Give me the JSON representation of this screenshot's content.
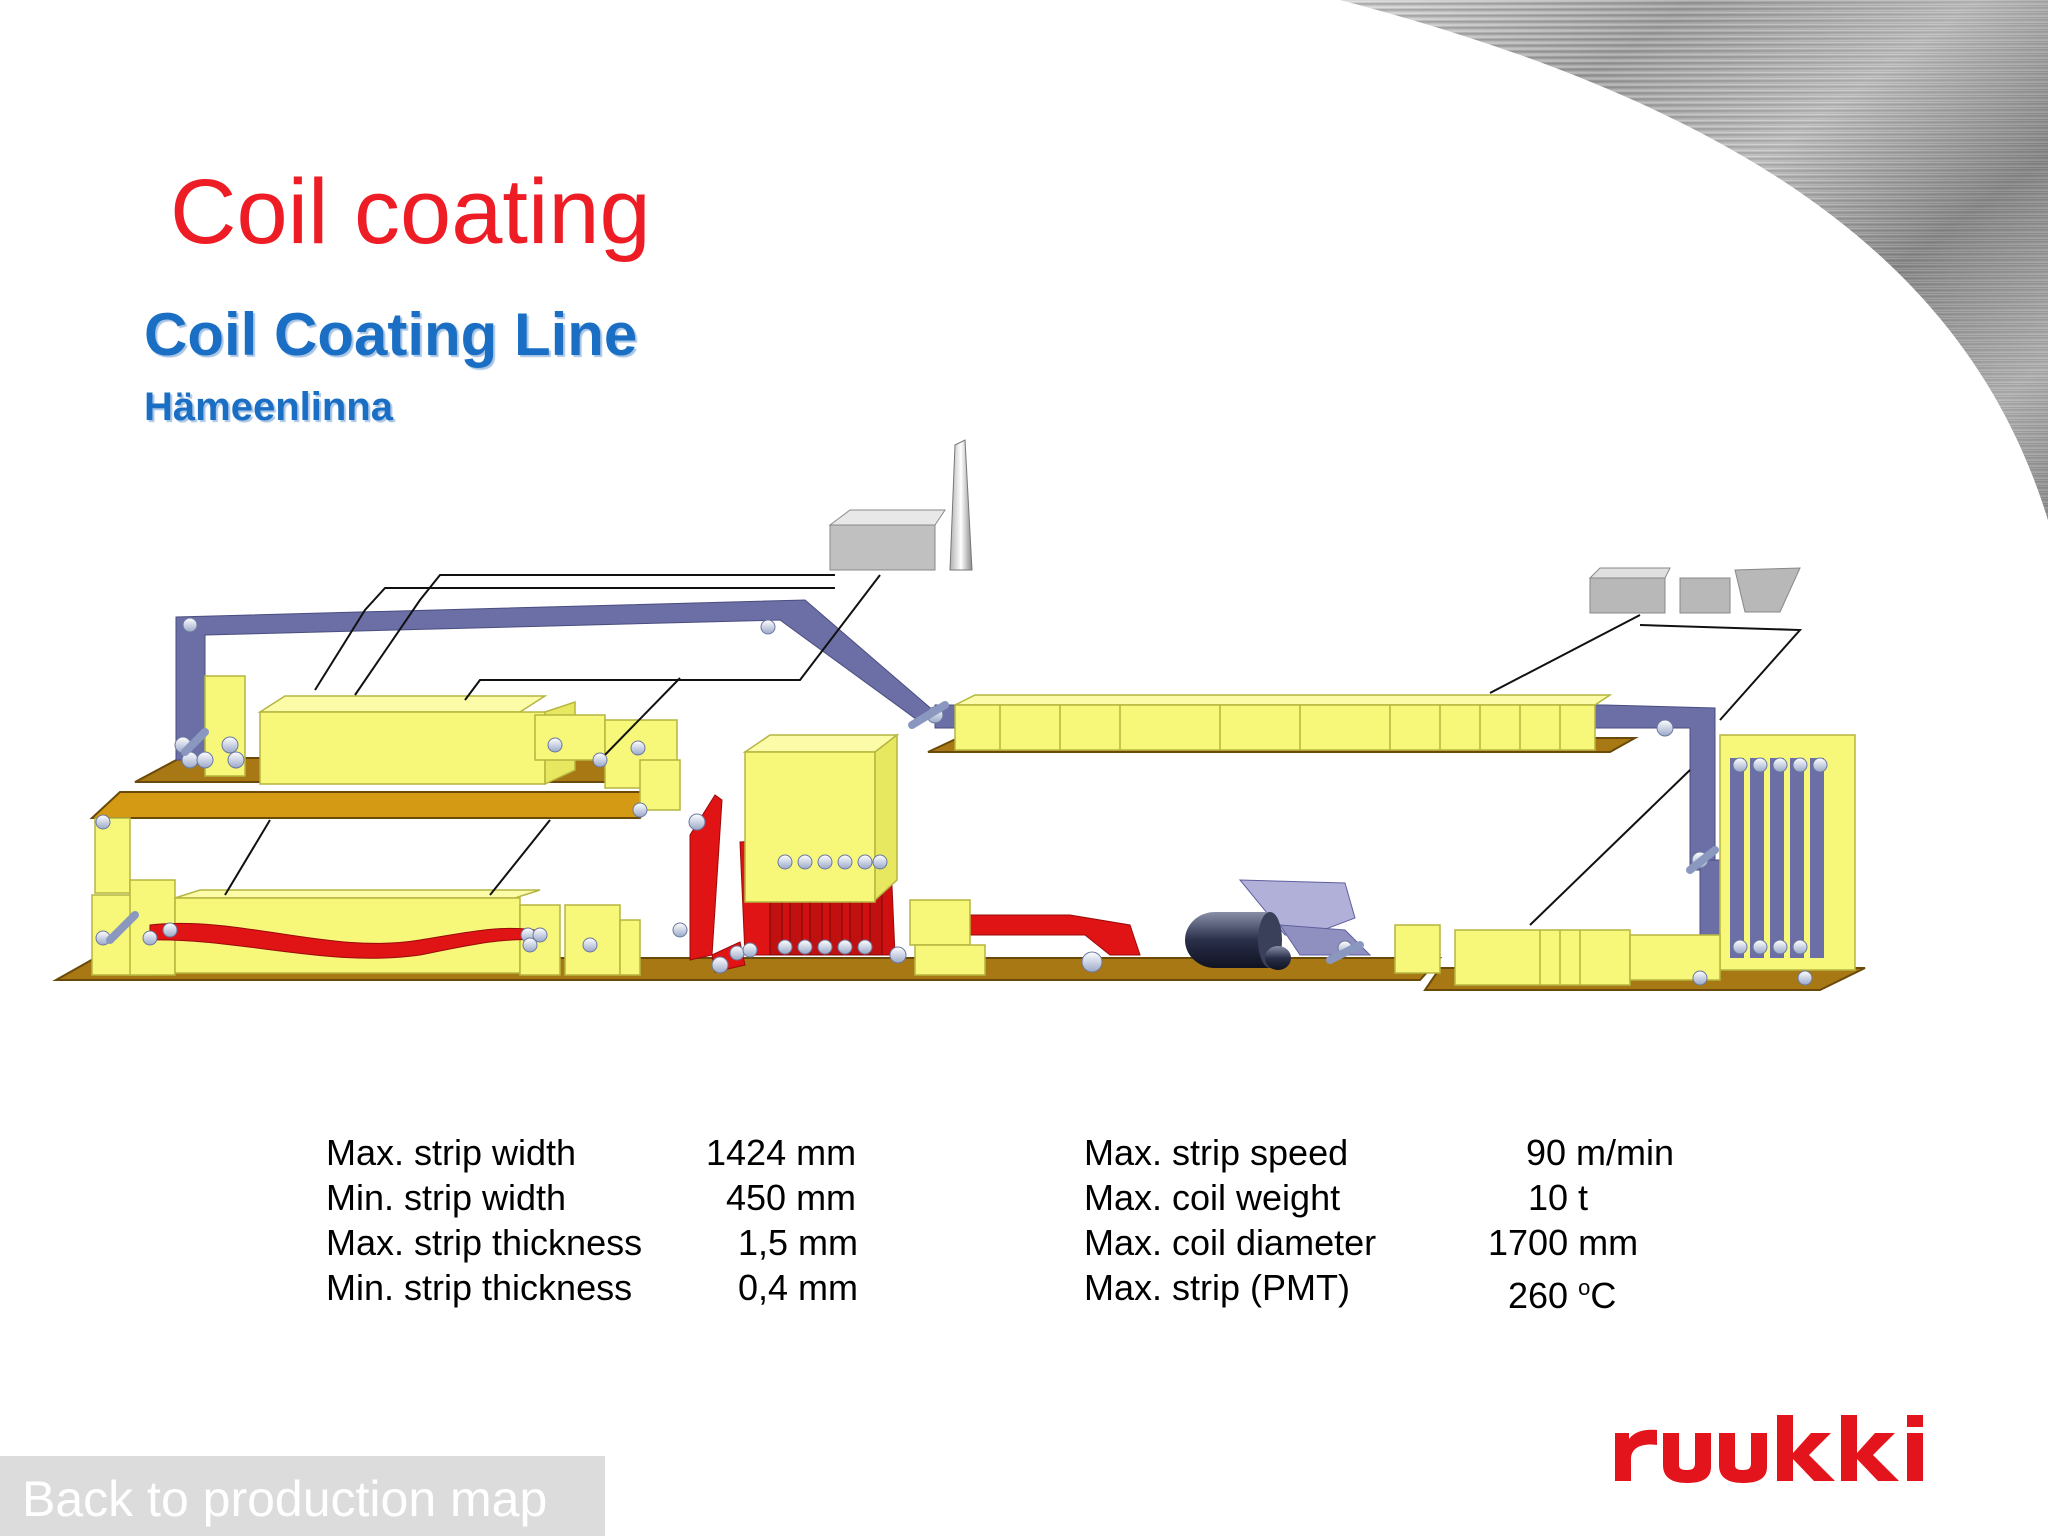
{
  "slide": {
    "title": "Coil coating",
    "subtitle": "Coil Coating Line",
    "location": "Hämeenlinna"
  },
  "specs_left": [
    {
      "label": "Max. strip width",
      "value": "1424 mm"
    },
    {
      "label": "Min.  strip width",
      "value": "450 mm"
    },
    {
      "label": "Max. strip thickness",
      "value": "1,5 mm"
    },
    {
      "label": "Min.  strip thickness",
      "value": "0,4 mm"
    }
  ],
  "specs_right": [
    {
      "label": "Max. strip speed",
      "value": "90 m/min"
    },
    {
      "label": "Max. coil weight",
      "value": "10 t"
    },
    {
      "label": "Max. coil diameter",
      "value": "1700 mm"
    },
    {
      "label": "Max. strip (PMT)",
      "value": "260 ",
      "unit_sup": "o",
      "unit": "C"
    }
  ],
  "nav": {
    "back_label": "Back to production map"
  },
  "logo": {
    "text": "ruukki",
    "icon": "ruukki-logo"
  },
  "colors": {
    "title": "#ee1c25",
    "subtitle": "#1a6fc4",
    "machine_yellow": "#f7f77a",
    "strip_blue": "#6b6fa6",
    "strip_red": "#e01414",
    "floor_brown": "#a87814",
    "logo_red": "#e4141c"
  }
}
